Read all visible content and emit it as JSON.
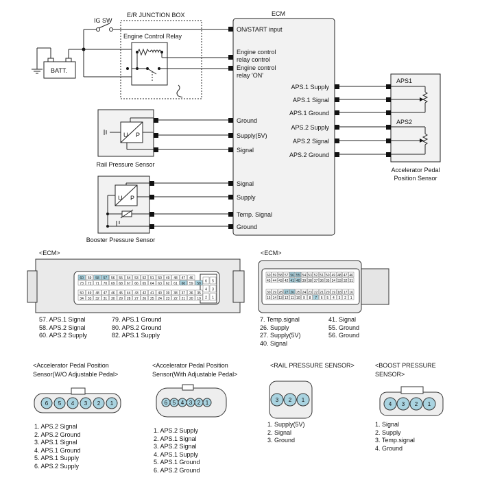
{
  "schematic": {
    "ig_sw": "IG SW",
    "junction_box": "E/R JUNCTION BOX",
    "engine_control_relay": "Engine Control Relay",
    "battery": "BATT.",
    "ecm_title": "ECM",
    "ecm_pins_left": [
      "ON/START input",
      "Engine control",
      "relay control",
      "Engine control",
      "relay 'ON'",
      "Ground",
      "Supply(5V)",
      "Signal",
      "Signal",
      "Supply",
      "Temp. Signal",
      "Ground"
    ],
    "ecm_pins_right": [
      "APS.1 Supply",
      "APS.1 Signal",
      "APS.1 Ground",
      "APS.2 Supply",
      "APS.2 Signal",
      "APS.2 Ground"
    ],
    "aps1": "APS1",
    "aps2": "APS2",
    "accel_sensor": [
      "Accelerator Pedal",
      "Position Sensor"
    ],
    "rail_sensor": "Rail Pressure Sensor",
    "booster_sensor": "Booster Pressure Sensor",
    "up_u": "U",
    "up_p": "P"
  },
  "ecm_left": {
    "title": "<ECM>",
    "pins": [
      "57. APS.1 Signal",
      "58. APS.2 Signal",
      "60. APS.2 Supply",
      "79. APS.1 Ground",
      "80. APS.2 Ground",
      "82. APS.1 Supply"
    ]
  },
  "ecm_right": {
    "title": "<ECM>",
    "pins": [
      "7. Temp.signal",
      "26. Supply",
      "27. Supply(5V)",
      "40. Signal",
      "41. Signal",
      "55. Ground",
      "56. Ground"
    ]
  },
  "connectors": [
    {
      "title": [
        "<Accelerator Pedal  Position",
        "Sensor(W/O Adjustable Pedal>"
      ],
      "pins": [
        "1. APS.2 Signal",
        "2. APS.2 Ground",
        "3. APS.1 Signal",
        "4. APS.1 Ground",
        "5. APS.1 Supply",
        "6. APS.2 Supply"
      ]
    },
    {
      "title": [
        "<Accelerator Pedal  Position",
        "Sensor(With Adjustable Pedal>"
      ],
      "pins": [
        "1. APS.2 Supply",
        "2. APS.1 Signal",
        "3. APS.2 Signal",
        "4. APS.1 Supply",
        "5. APS.1 Ground",
        "6. APS.2 Ground"
      ]
    },
    {
      "title": [
        "<RAIL PRESSURE SENSOR>",
        ""
      ],
      "pins": [
        "1. Supply(5V)",
        "2. Signal",
        "3. Ground"
      ]
    },
    {
      "title": [
        "<BOOST PRESSURE",
        "SENSOR>"
      ],
      "pins": [
        "1. Signal",
        "2. Supply",
        "3. Temp.signal",
        "4. Ground"
      ]
    }
  ],
  "connector_numbers": {
    "c1": [
      "6",
      "5",
      "4",
      "3",
      "2",
      "1"
    ],
    "c2": [
      "6",
      "5",
      "4",
      "3",
      "2",
      "1"
    ],
    "c3": [
      "3",
      "2",
      "1"
    ],
    "c4": [
      "4",
      "3",
      "2",
      "1"
    ]
  },
  "ecm_left_small": {
    "row1": [
      "60",
      "59",
      "58",
      "57",
      "56",
      "55",
      "54",
      "53",
      "52",
      "51",
      "50",
      "49",
      "48",
      "47",
      "46"
    ],
    "row2": [
      "73",
      "72",
      "71",
      "70",
      "69",
      "68",
      "67",
      "66",
      "65",
      "64",
      "63",
      "62",
      "61",
      "60",
      "59",
      "58"
    ],
    "row3": [
      "50",
      "49",
      "48",
      "47",
      "46",
      "45",
      "44",
      "43",
      "42",
      "41",
      "40",
      "39",
      "38",
      "37",
      "36",
      "35"
    ],
    "row4": [
      "34",
      "33",
      "32",
      "31",
      "30",
      "29",
      "28",
      "27",
      "26",
      "25",
      "24",
      "23",
      "22",
      "21",
      "20",
      "19"
    ],
    "side": [
      "6",
      "5",
      "4",
      "3",
      "2",
      "1"
    ]
  },
  "ecm_right_small": {
    "row1": [
      "60",
      "59",
      "58",
      "57",
      "56",
      "55",
      "54",
      "53",
      "52",
      "51",
      "50",
      "49",
      "48",
      "47",
      "46"
    ],
    "row2": [
      "45",
      "44",
      "43",
      "42",
      "41",
      "40",
      "39",
      "38",
      "37",
      "36",
      "35",
      "34",
      "33",
      "32",
      "31"
    ],
    "row3": [
      "30",
      "29",
      "28",
      "27",
      "26",
      "25",
      "24",
      "23",
      "22",
      "21",
      "20",
      "19",
      "18",
      "17",
      "16"
    ],
    "row4": [
      "15",
      "14",
      "13",
      "12",
      "11",
      "10",
      "9",
      "8",
      "7",
      "6",
      "5",
      "4",
      "3",
      "2",
      "1"
    ]
  },
  "colors": {
    "pin_fill": "#a9d3e0",
    "line": "#222222",
    "box": "#f2f2f2"
  }
}
